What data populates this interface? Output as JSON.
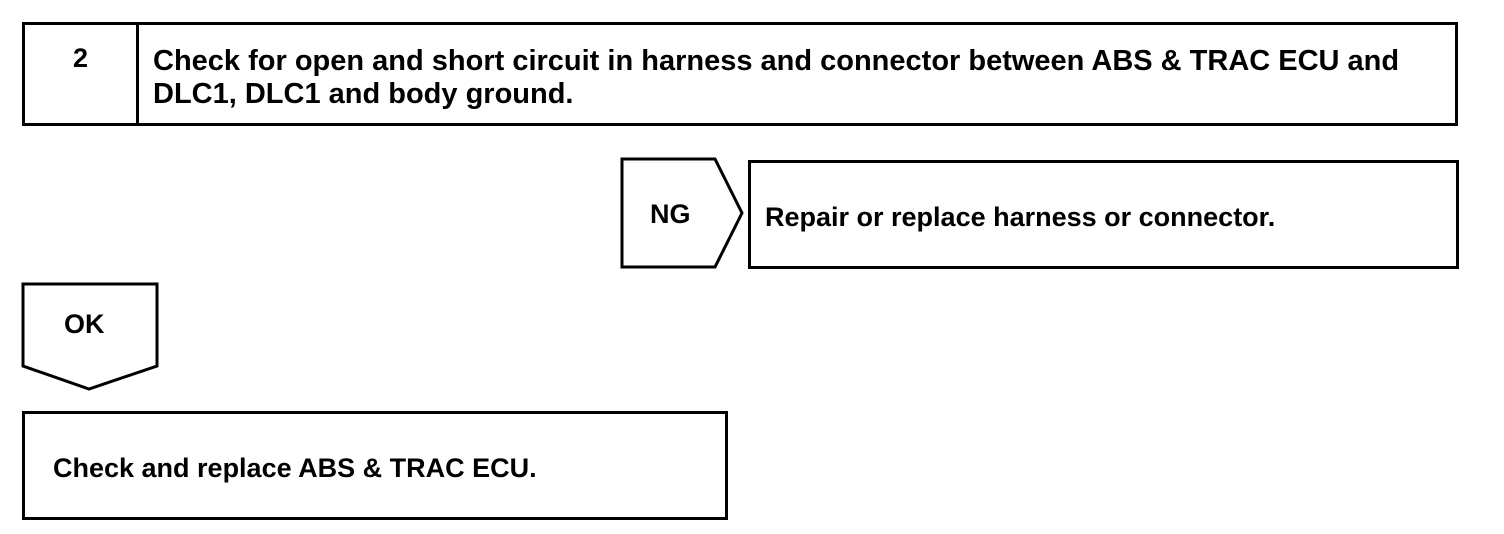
{
  "step": {
    "number": "2",
    "text": "Check for open and short circuit in harness and connector between ABS & TRAC ECU and DLC1, DLC1 and body ground."
  },
  "ng_branch": {
    "label": "NG",
    "action": "Repair or replace harness or connector."
  },
  "ok_branch": {
    "label": "OK",
    "action": "Check and replace ABS & TRAC ECU."
  }
}
